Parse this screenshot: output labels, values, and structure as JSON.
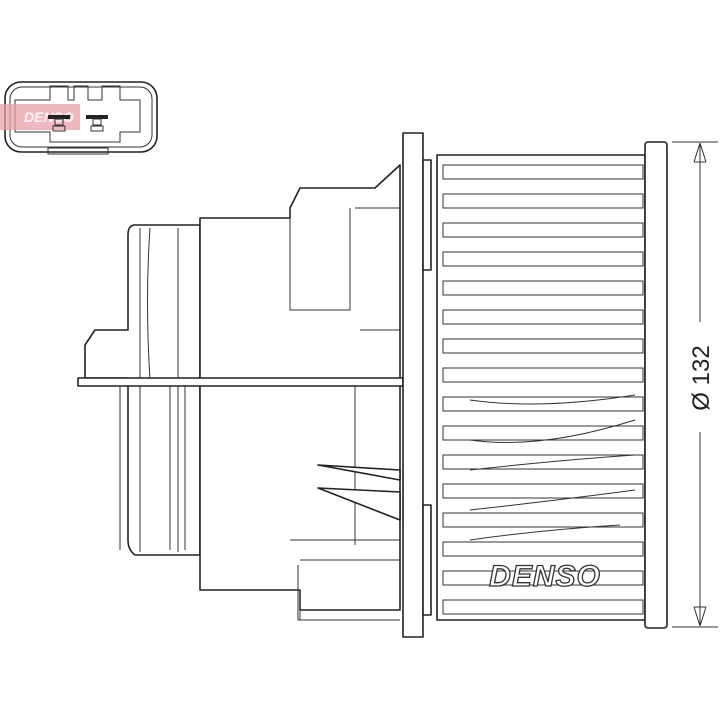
{
  "drawing": {
    "dimension_label": "Ø 132",
    "fan_logo": "DENSO",
    "connector_watermark": "DENSO",
    "watermark_color": "#e8a0a8",
    "line_color": "#222222"
  }
}
